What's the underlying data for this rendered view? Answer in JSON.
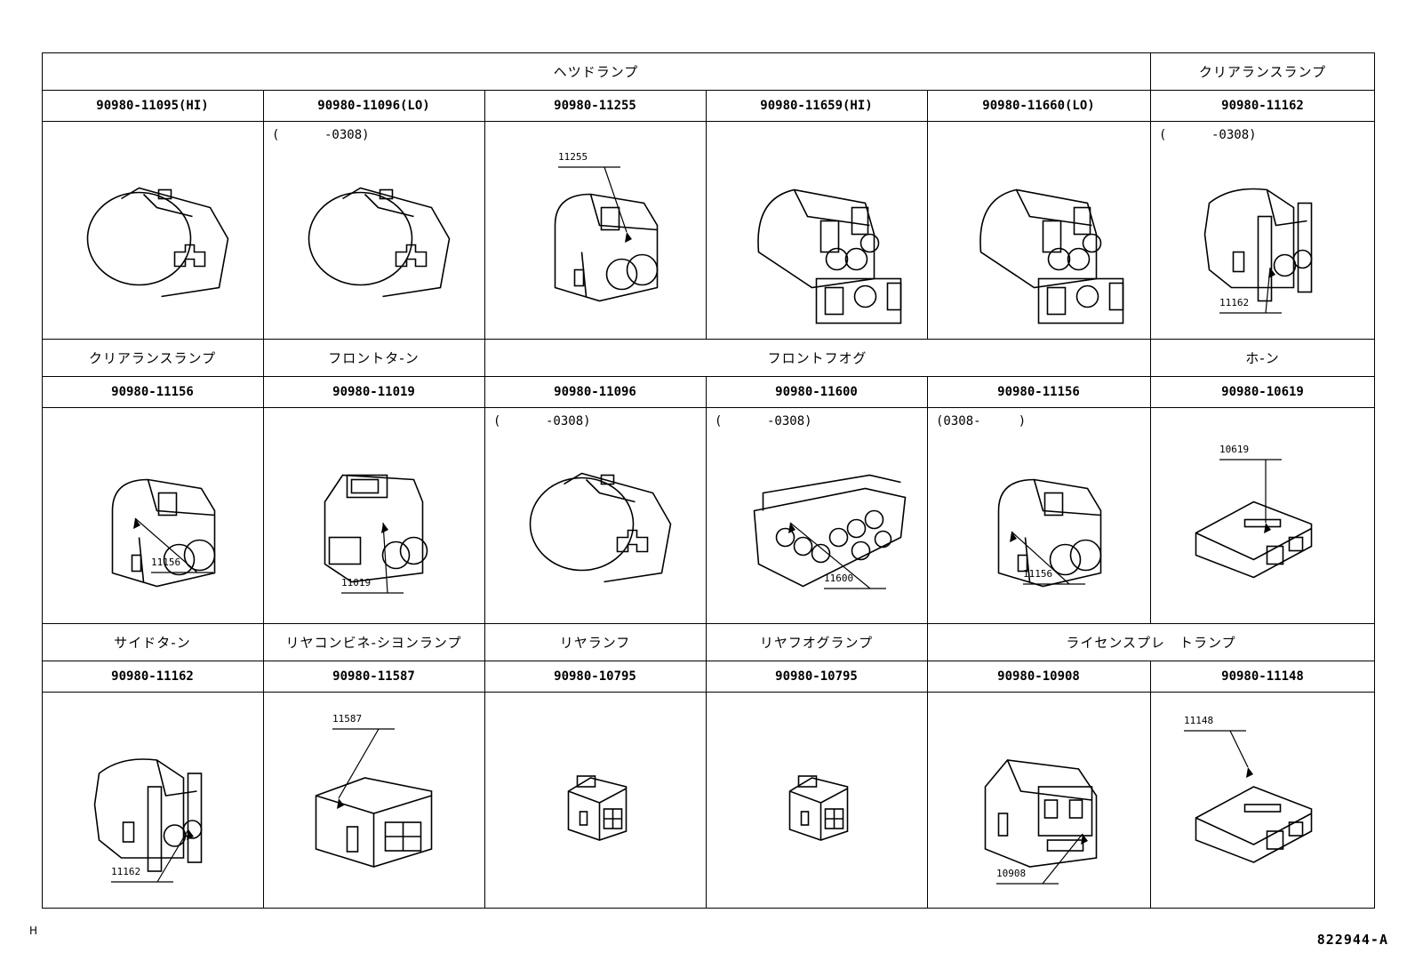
{
  "headers": {
    "headlamp": "ヘツドランプ",
    "clearance_1": "クリアランスランプ",
    "clearance_2": "クリアランスランプ",
    "front_turn": "フロントタ‐ン",
    "front_fog": "フロントフオグ",
    "horn": "ホ‐ン",
    "side_turn": "サイドタ‐ン",
    "rear_combination": "リヤコンビネ‐シヨンランプ",
    "rear_lamp": "リヤランフ",
    "rear_fog": "リヤフオグランプ",
    "license": "ライセンスプレ　トランプ"
  },
  "parts": [
    {
      "pn": "90980-11095(HI)",
      "note": "",
      "callout": ""
    },
    {
      "pn": "90980-11096(LO)",
      "note": "(      -0308)",
      "callout": ""
    },
    {
      "pn": "90980-11255",
      "note": "",
      "callout": "11255"
    },
    {
      "pn": "90980-11659(HI)",
      "note": "",
      "callout": ""
    },
    {
      "pn": "90980-11660(LO)",
      "note": "",
      "callout": ""
    },
    {
      "pn": "90980-11162",
      "note": "(      -0308)",
      "callout": "11162"
    },
    {
      "pn": "90980-11156",
      "note": "",
      "callout": "11156"
    },
    {
      "pn": "90980-11019",
      "note": "",
      "callout": "11019"
    },
    {
      "pn": "90980-11096",
      "note": "(      -0308)",
      "callout": ""
    },
    {
      "pn": "90980-11600",
      "note": "(      -0308)",
      "callout": "11600"
    },
    {
      "pn": "90980-11156",
      "note": "(0308-     )",
      "callout": "11156"
    },
    {
      "pn": "90980-10619",
      "note": "",
      "callout": "10619"
    },
    {
      "pn": "90980-11162",
      "note": "",
      "callout": "11162"
    },
    {
      "pn": "90980-11587",
      "note": "",
      "callout": "11587"
    },
    {
      "pn": "90980-10795",
      "note": "",
      "callout": ""
    },
    {
      "pn": "90980-10795",
      "note": "",
      "callout": ""
    },
    {
      "pn": "90980-10908",
      "note": "",
      "callout": "10908"
    },
    {
      "pn": "90980-11148",
      "note": "",
      "callout": "11148"
    }
  ],
  "footer": {
    "left_mark": "H",
    "drawing_number": "822944-A"
  }
}
